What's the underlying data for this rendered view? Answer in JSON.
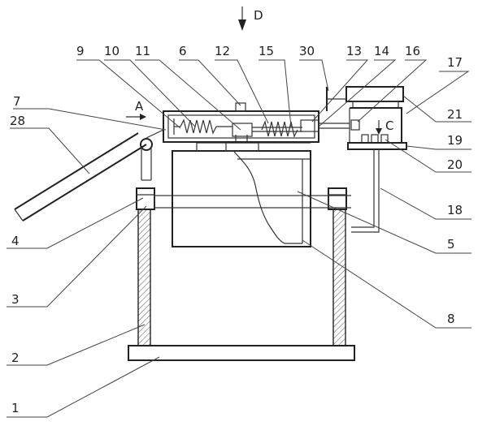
{
  "view_label": "D",
  "section_arrows": {
    "a": "A",
    "c": "C"
  },
  "callouts": [
    "1",
    "2",
    "3",
    "4",
    "5",
    "6",
    "7",
    "8",
    "9",
    "10",
    "11",
    "12",
    "13",
    "14",
    "15",
    "16",
    "17",
    "18",
    "19",
    "20",
    "21",
    "28",
    "30"
  ]
}
